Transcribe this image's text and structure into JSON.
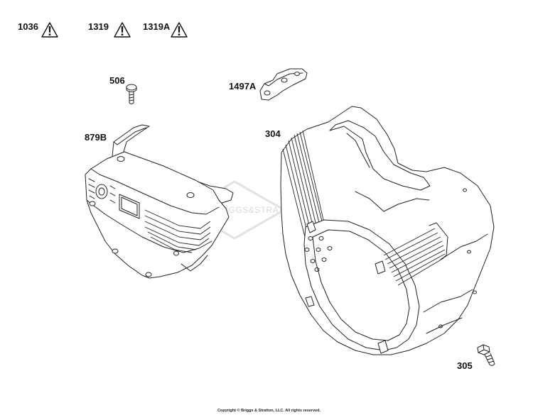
{
  "diagram": {
    "callouts": {
      "c1036": "1036",
      "c1319": "1319",
      "c1319a": "1319A",
      "c506": "506",
      "c1497a": "1497A",
      "c879b": "879B",
      "c304": "304",
      "c305": "305"
    },
    "warning_symbol": "!",
    "watermark": "BRIGGS&STRATTON",
    "copyright": "Copyright © Briggs & Stratton, LLC. All rights reserved."
  }
}
